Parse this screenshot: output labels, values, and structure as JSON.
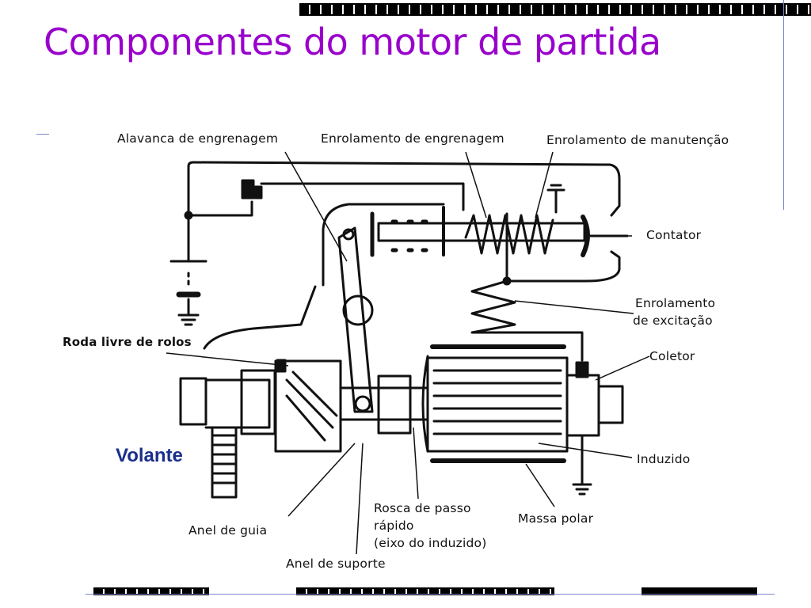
{
  "slide": {
    "title": "Componentes do motor de partida",
    "title_color": "#9900cc",
    "accent_color": "#1a2f8a"
  },
  "labels": {
    "alavanca": "Alavanca de engrenagem",
    "enrolamento_engrenagem": "Enrolamento de engrenagem",
    "enrolamento_manutencao": "Enrolamento de manutenção",
    "contator": "Contator",
    "enrolamento_excitacao_1": "Enrolamento",
    "enrolamento_excitacao_2": "de excitação",
    "coletor": "Coletor",
    "roda_livre": "Roda livre de rolos",
    "volante": "Volante",
    "induzido": "Induzido",
    "massa_polar": "Massa polar",
    "rosca_1": "Rosca de passo",
    "rosca_2": "rápido",
    "rosca_3": "(eixo do induzido)",
    "anel_guia": "Anel de guia",
    "anel_suporte": "Anel de suporte"
  }
}
